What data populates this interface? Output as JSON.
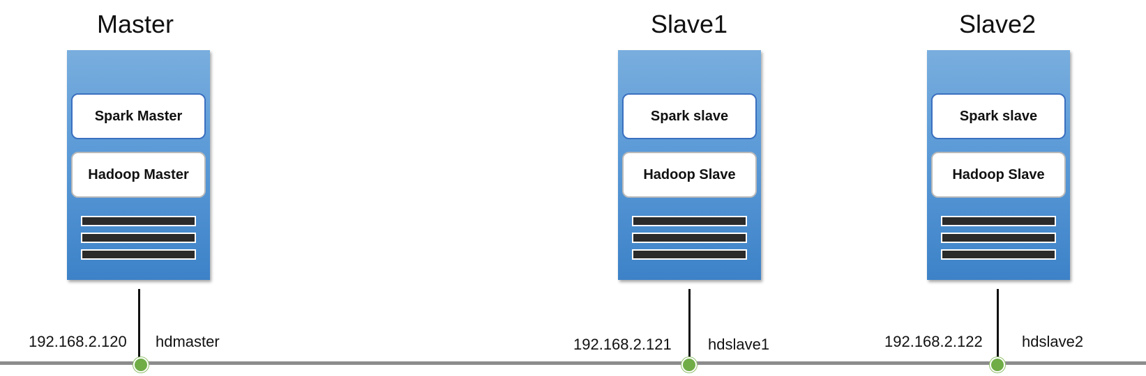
{
  "nodes": [
    {
      "title": "Master",
      "spark_label": "Spark Master",
      "hadoop_label": "Hadoop Master",
      "ip": "192.168.2.120",
      "hostname": "hdmaster"
    },
    {
      "title": "Slave1",
      "spark_label": "Spark slave",
      "hadoop_label": "Hadoop Slave",
      "ip": "192.168.2.121",
      "hostname": "hdslave1"
    },
    {
      "title": "Slave2",
      "spark_label": "Spark slave",
      "hadoop_label": "Hadoop Slave",
      "ip": "192.168.2.122",
      "hostname": "hdslave2"
    }
  ],
  "colors": {
    "server_top": "#79aede",
    "server_bottom": "#3d82c8",
    "spark_border": "#3a6fbf",
    "hadoop_border": "#b9b9b9",
    "network_bus": "#8c8c8c",
    "bus_node": "#70ad47",
    "slot": "#2b2b2b"
  },
  "icons": {
    "server": "server-icon",
    "network_node": "network-node-icon"
  }
}
